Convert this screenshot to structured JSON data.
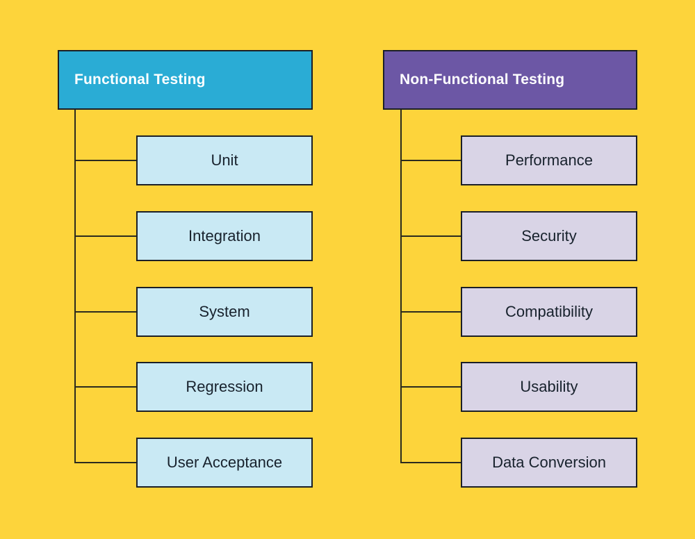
{
  "diagram": {
    "functional": {
      "title": "Functional Testing",
      "children": [
        "Unit",
        "Integration",
        "System",
        "Regression",
        "User Acceptance"
      ]
    },
    "nonfunctional": {
      "title": "Non-Functional Testing",
      "children": [
        "Performance",
        "Security",
        "Compatibility",
        "Usability",
        "Data Conversion"
      ]
    }
  },
  "colors": {
    "background": "#FDD43B",
    "functional_header_bg": "#2AACD5",
    "functional_node_bg": "#C9E9F4",
    "nonfunctional_header_bg": "#6C57A5",
    "nonfunctional_node_bg": "#D9D4E6",
    "header_text": "#FFFFFF",
    "node_text": "#18222D",
    "outline": "#1B1F27",
    "connector": "#2B2A1E"
  }
}
